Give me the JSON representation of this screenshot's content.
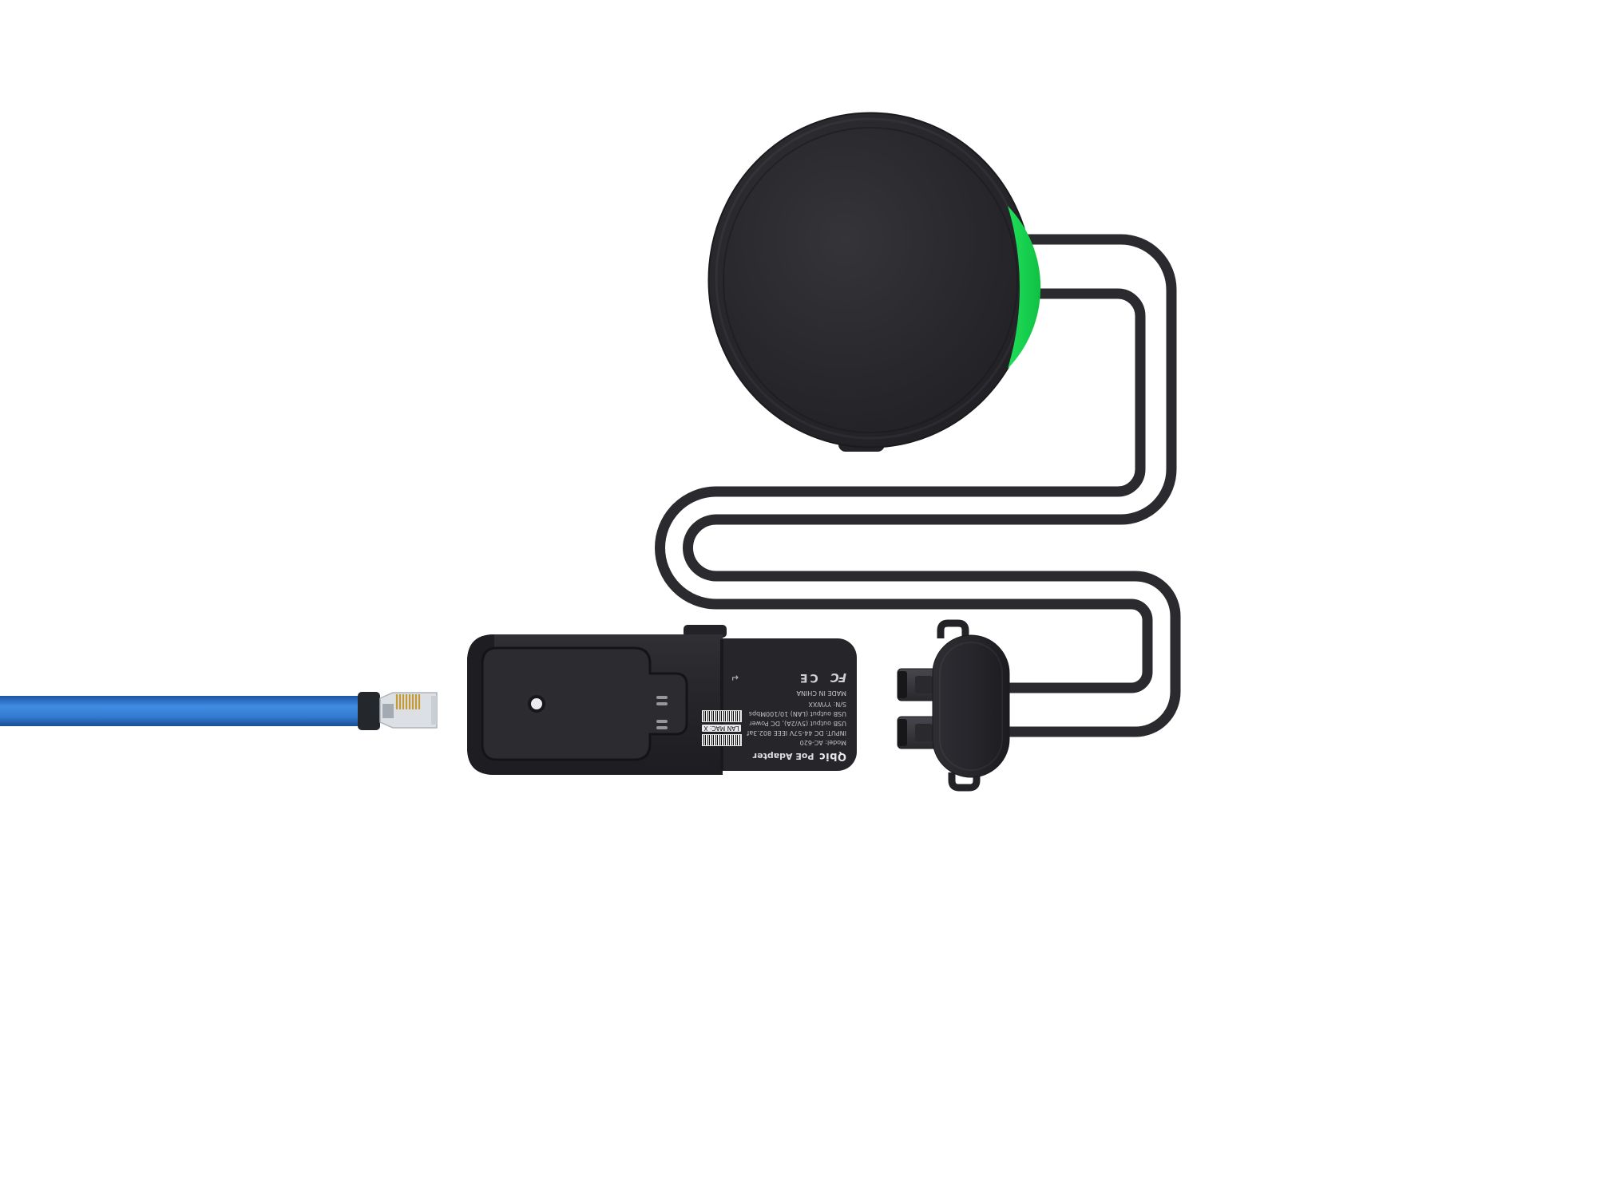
{
  "scene": {
    "background": "#ffffff"
  },
  "palette": {
    "device_black": "#26262a",
    "accent_green": "#16d24b",
    "cable_dark": "#2b2b2f",
    "ethernet_blue": "#2f7bd4",
    "gold_contacts": "#c39a35"
  },
  "adapter_label": {
    "brand": "Qbic",
    "product": "PoE Adapter",
    "model": "Model: AC-620",
    "input": "INPUT: DC 44-57V IEEE 802.3af",
    "usb_power": "USB output (5V/2A), DC Power",
    "usb_lan": "USB output (LAN) 10/100Mbps",
    "serial": "S/N: YYWXX",
    "lan_mac": "LAN MAC: X",
    "made_in": "MADE IN CHINA",
    "fcc_mark": "FC",
    "ce_mark": "CE",
    "return_glyph": "↵"
  }
}
